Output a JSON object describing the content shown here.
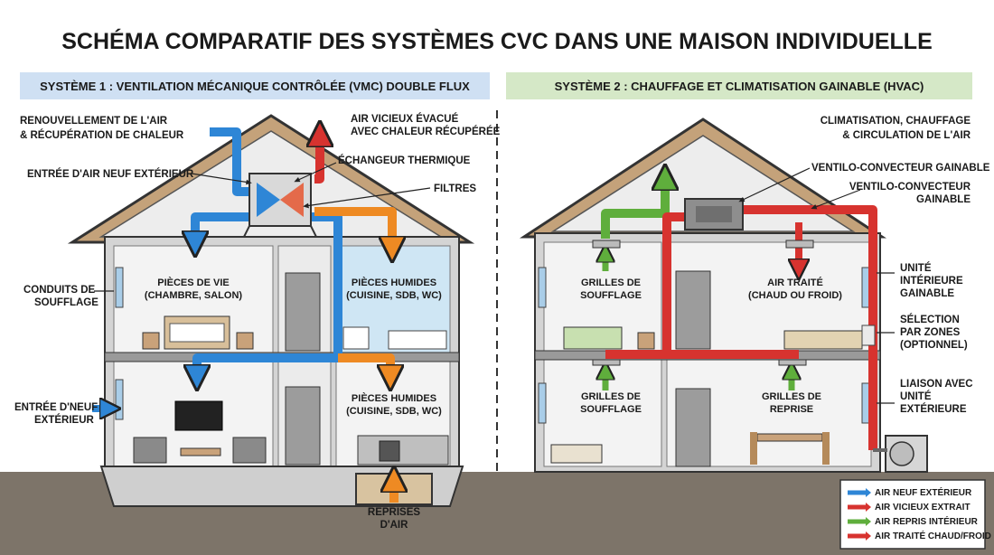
{
  "title": "SCHÉMA COMPARATIF DES SYSTÈMES CVC DANS UNE MAISON INDIVIDUELLE",
  "colors": {
    "blue": "#2e86d6",
    "red": "#d7332f",
    "orange": "#ee8a23",
    "green": "#5fae3c",
    "banner_left": "#cfe0f3",
    "banner_right": "#d5e8c7",
    "roof": "#c4a27a",
    "ground": "#7d7469"
  },
  "system1": {
    "banner": "SYSTÈME 1 : VENTILATION MÉCANIQUE CONTRÔLÉE (VMC) DOUBLE FLUX",
    "heading": [
      "RENOUVELLEMENT DE L'AIR",
      "& RÉCUPÉRATION DE CHALEUR"
    ],
    "exhaust": [
      "AIR VICIEUX ÉVACUÉ",
      "AVEC CHALEUR RÉCUPÉRÉE"
    ],
    "fresh_inlet": "ENTRÉE D'AIR NEUF EXTÉRIEUR",
    "exchanger": "ÉCHANGEUR THERMIQUE",
    "filters": "FILTRES",
    "ducts": [
      "CONDUITS DE",
      "SOUFFLAGE"
    ],
    "inlet_bottom": [
      "ENTRÉE D'NEUF",
      "EXTÉRIEUR"
    ],
    "living": [
      "PIÈCES DE VIE",
      "(CHAMBRE, SALON)"
    ],
    "wet_upper": [
      "PIÈCES HUMIDES",
      "(CUISINE, SDB, WC)"
    ],
    "wet_lower": [
      "PIÈCES HUMIDES",
      "(CUISINE, SDB, WC)"
    ],
    "return": [
      "REPRISES",
      "D'AIR"
    ]
  },
  "system2": {
    "banner": "SYSTÈME 2 : CHAUFFAGE ET CLIMATISATION GAINABLE (HVAC)",
    "heading": [
      "CLIMATISATION, CHAUFFAGE",
      "& CIRCULATION DE L'AIR"
    ],
    "fan_coil_1": "VENTILO-CONVECTEUR GAINABLE",
    "fan_coil_2": [
      "VENTILO-CONVECTEUR",
      "GAINABLE"
    ],
    "supply_upper": [
      "GRILLES DE",
      "SOUFFLAGE"
    ],
    "treated": [
      "AIR TRAITÉ",
      "(CHAUD OU FROID)"
    ],
    "supply_lower": [
      "GRILLES DE",
      "SOUFFLAGE"
    ],
    "return_grilles": [
      "GRILLES DE",
      "REPRISE"
    ],
    "indoor_unit": [
      "UNITÉ",
      "INTÉRIEURE",
      "GAINABLE"
    ],
    "zones": [
      "SÉLECTION",
      "PAR ZONES",
      "(OPTIONNEL)"
    ],
    "outdoor_link": [
      "LIAISON AVEC",
      "UNITÉ",
      "EXTÉRIEURE"
    ]
  },
  "legend": [
    {
      "label": "AIR NEUF EXTÉRIEUR",
      "color": "#2e86d6"
    },
    {
      "label": "AIR VICIEUX EXTRAIT",
      "color": "#d7332f"
    },
    {
      "label": "AIR REPRIS INTÉRIEUR",
      "color": "#5fae3c"
    },
    {
      "label": "AIR TRAITÉ CHAUD/FROID",
      "color": "#d7332f"
    }
  ]
}
